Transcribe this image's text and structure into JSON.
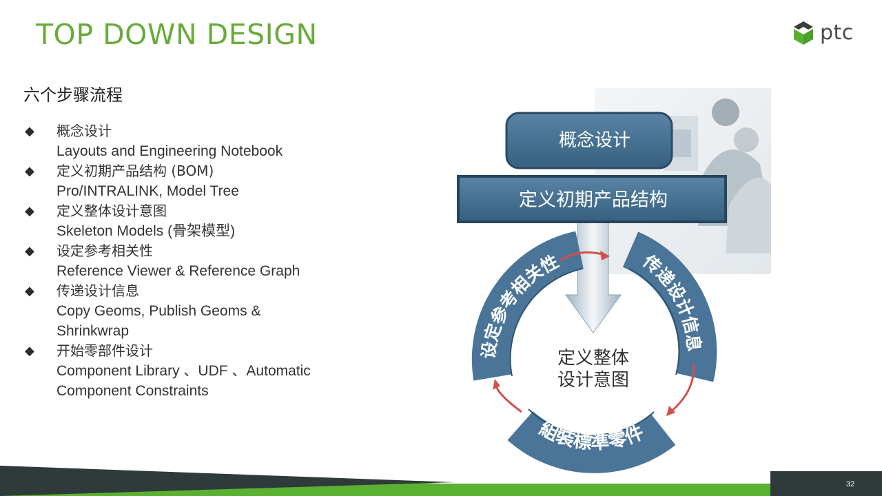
{
  "slide": {
    "title": "TOP DOWN DESIGN",
    "logo_text": "ptc",
    "subtitle": "六个步骤流程",
    "page_number": "32"
  },
  "bullets": [
    {
      "head": "概念设计",
      "sub": [
        "Layouts and Engineering Notebook"
      ]
    },
    {
      "head": "定义初期产品结构 (BOM)",
      "sub": [
        "Pro/INTRALINK, Model Tree"
      ]
    },
    {
      "head": "定义整体设计意图",
      "sub": [
        "Skeleton Models (骨架模型)"
      ]
    },
    {
      "head": "设定参考相关性",
      "sub": [
        "Reference Viewer & Reference Graph"
      ]
    },
    {
      "head": "传递设计信息",
      "sub": [
        "Copy Geoms, Publish Geoms &",
        "Shrinkwrap"
      ]
    },
    {
      "head": "开始零部件设计",
      "sub": [
        "Component Library 、UDF 、Automatic",
        "Component Constraints"
      ]
    }
  ],
  "diagram": {
    "box1": "概念设计",
    "box2": "定义初期产品结构",
    "center_line1": "定义整体",
    "center_line2": "设计意图",
    "arc_left": "设定参考相关性",
    "arc_right": "传递设计信息",
    "arc_bottom": "組裝標準零件"
  },
  "colors": {
    "title_green": "#6aaa3c",
    "diagram_blue": "#3f6a8e",
    "arrow_red": "#d0504a",
    "footer_dark": "#2f3a3a",
    "footer_green": "#5ab031"
  },
  "icons": {
    "bullet": "diamond-icon",
    "logo": "ptc-logo-icon"
  }
}
